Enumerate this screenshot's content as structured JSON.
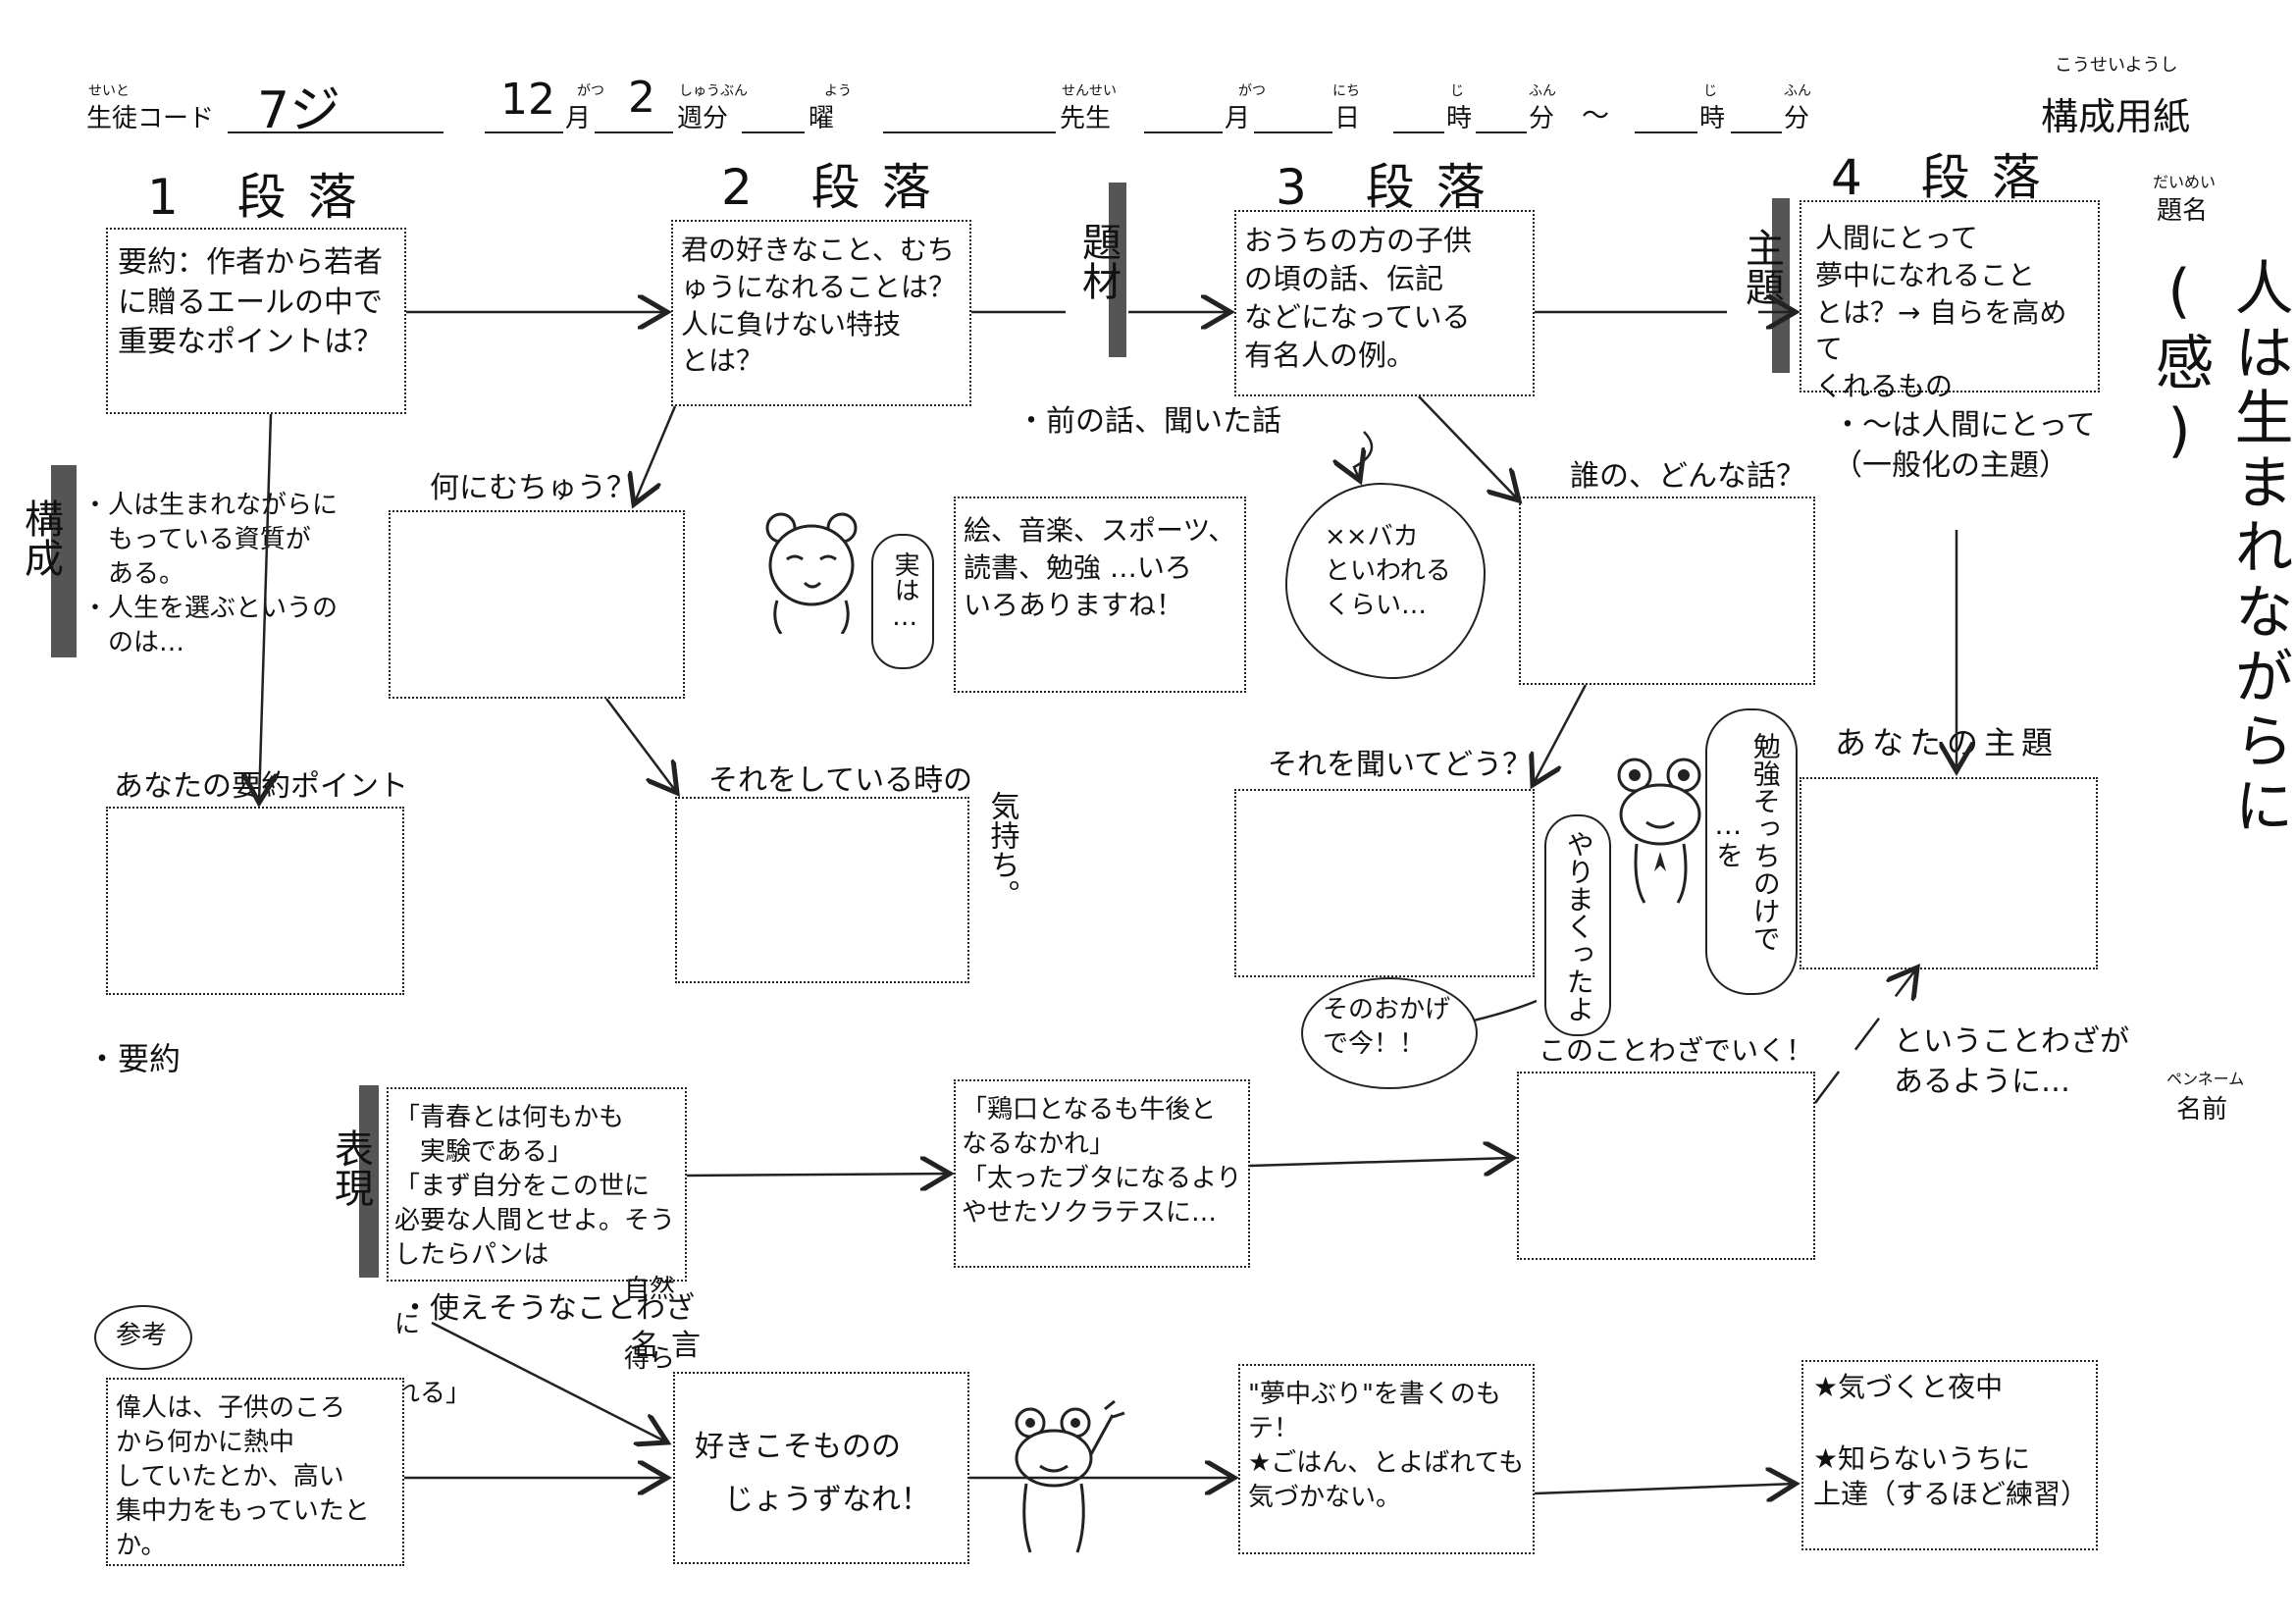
{
  "header": {
    "student_code_ruby": "せいと",
    "student_code_label": "生徒コード",
    "student_code_value": "7ジ",
    "month_value": "12",
    "month_ruby": "がつ",
    "month_label": "月",
    "week_value": "2",
    "week_ruby": "しゅうぶん",
    "week_label": "週分",
    "day_ruby": "よう",
    "day_label": "曜",
    "teacher_ruby": "せんせい",
    "teacher_label": "先生",
    "date_month_ruby": "がつ",
    "date_month_label": "月",
    "date_day_ruby": "にち",
    "date_day_label": "日",
    "hour_ruby": "じ",
    "hour_label": "時",
    "min_ruby": "ふん",
    "min_label": "分",
    "tilde": "～",
    "hour2_ruby": "じ",
    "hour2_label": "時",
    "min2_ruby": "ふん",
    "min2_label": "分",
    "sheet_title_ruby": "こうせいようし",
    "sheet_title": "構成用紙"
  },
  "sections": {
    "p1": "1 段落",
    "p2": "2 段落",
    "p3": "3 段落",
    "p4": "4 段落"
  },
  "side_tags": {
    "daizai": "題材",
    "shudai": "主題",
    "kousei": "構成",
    "hyougen": "表現"
  },
  "title_area": {
    "title_ruby": "だいめい",
    "title_label": "題名",
    "title_value": "人は生まれながらに(感)",
    "penname_ruby": "ペンネーム",
    "penname_label": "名前"
  },
  "row1": {
    "box1": "要約：作者から若者\nに贈るエールの中で\n重要なポイントは？",
    "box2": "君の好きなこと、むち\nゅうになれることは？\n人に負けない特技\nとは？",
    "box3": "おうちの方の子供\nの頃の話、伝記\nなどになっている\n有名人の例。",
    "box4": "人間にとって\n夢中になれること\nとは？→ 自らを高めて\nくれるもの"
  },
  "row2": {
    "kousei_note": "・人は生まれながらに\n　もっている資質が\n　ある。\n・人生を選ぶというの\n　のは…",
    "q_muchuu": "何にむちゅう？",
    "prev_story": "・前の話、聞いた話",
    "bear_bubble": "実は…",
    "examples": "絵、音楽、スポーツ、\n読書、勉強 …いろ\nいろありますね！",
    "cloud": "××バカ\nといわれる\nくらい…",
    "q_dare": "誰の、どんな話？",
    "generalize": "・〜は人間にとって\n（一般化の主題）"
  },
  "row3": {
    "summary_point": "あなたの要約ポイント",
    "feeling": "それをしている時の",
    "feeling_vert": "気持ち。",
    "heard": "それを聞いてどう？",
    "your_theme": "あなたの主題",
    "frog_bubble1": "勉強そっちのけで",
    "frog_bubble1b": "…を",
    "frog_bubble2": "やりまくったよ",
    "frog_bubble3": "そのおかげで今！！"
  },
  "row4": {
    "youyaku": "・要約",
    "quote_box": "「青春とは何もかも\n　実験である」\n「まず自分をこの世に\n必要な人間とせよ。そうしたらパンは\n　　　　　　　　　自然に\n　　　　　　　　　得られる」",
    "proverb_box": "「鶏口となるも牛後と\nなるなかれ」\n「太ったブタになるより\nやせたソクラテスに…",
    "proverb_label": "このことわざでいく！",
    "proverb_note": "ということわざが\nあるように…"
  },
  "row5": {
    "sankou": "参考",
    "proverb_usable": "・使えそうなことわざ",
    "meigen": "名言",
    "great_people": "偉人は、子供のころ\nから何かに熱中\nしていたとか、高い\n集中力をもっていたとか。",
    "suki_koso": "好きこそものの\n　じょうずなれ！",
    "write_muchuu": "\"夢中ぶり\"を書くのも\nテ！\n★ごはん、とよばれても\n気づかない。",
    "stars": "★気づくと夜中\n\n★知らないうちに\n上達（するほど練習）"
  }
}
